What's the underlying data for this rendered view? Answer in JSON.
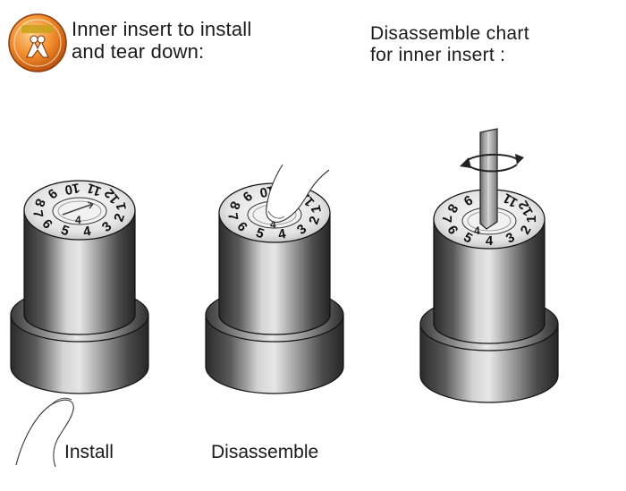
{
  "header": {
    "left_title_line1": "Inner insert to install",
    "left_title_line2": "and tear down:",
    "right_title_line1": "Disassemble chart",
    "right_title_line2": "for inner insert :"
  },
  "labels": {
    "install": "Install",
    "disassemble": "Disassemble"
  },
  "dial": {
    "numbers": [
      "10",
      "11",
      "12",
      "1",
      "2",
      "3",
      "4",
      "5",
      "6",
      "7",
      "8",
      "9"
    ],
    "inner_digit": "4"
  },
  "icons": {
    "logo": "hand-wrench-logo-icon",
    "finger": "finger-icon",
    "screwdriver": "screwdriver-icon",
    "rotate": "rotate-arrows-icon"
  },
  "colors": {
    "logo_orange": "#e8741c",
    "body_dark": "#3a3a3a",
    "body_light": "#c8c8c8"
  }
}
